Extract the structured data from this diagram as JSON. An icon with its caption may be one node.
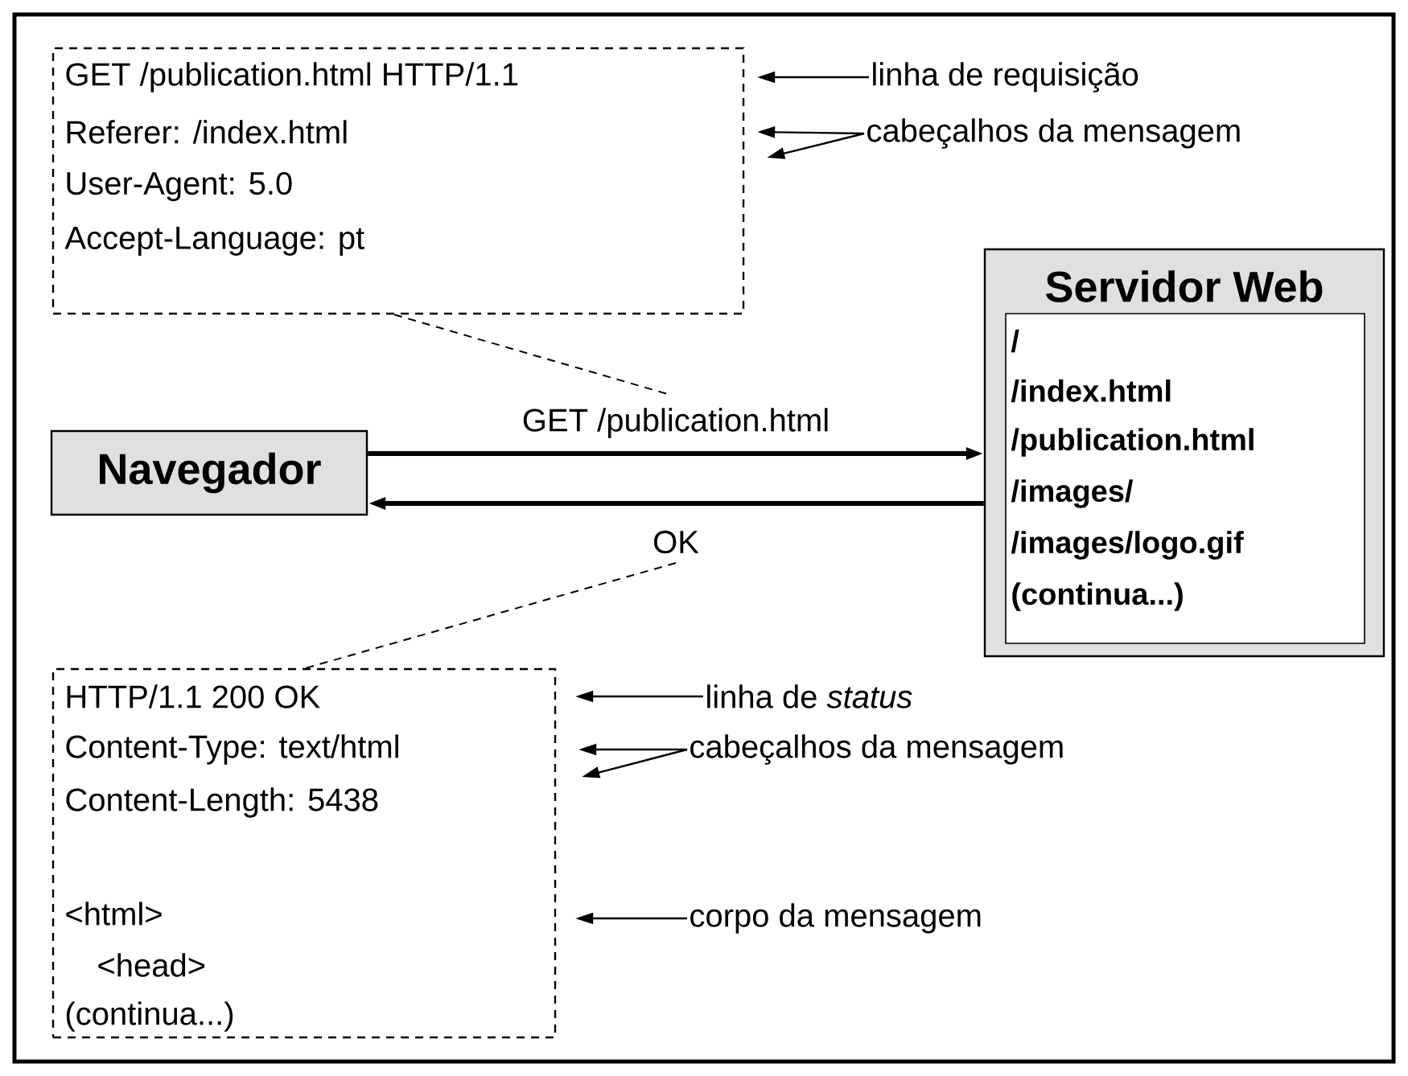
{
  "diagram": {
    "nodes": [
      {
        "text": [
          "GET /publication.html HTTP/1.1",
          "Referer: /index.html",
          "User-Agent: 5.0",
          "Accept-Language: pt"
        ]
      },
      {
        "text": [
          "linha de requisição"
        ]
      },
      {
        "text": [
          "cabeçalhos da mensagem"
        ]
      },
      {
        "text": [
          "Navegador"
        ]
      },
      {
        "text": [
          "Servidor Web"
        ]
      },
      {
        "text": [
          "/",
          "/index.html",
          "/publication.html",
          "/images/",
          "/images/logo.gif",
          "(continua...)"
        ],
        "in": 4
      },
      {
        "text": [
          "HTTP/1.1 200 OK",
          "Content-Type: text/html",
          "Content-Length: 5438",
          "<html>",
          "<head>",
          "(continua...)"
        ]
      },
      {
        "text": [
          "linha de *status*"
        ]
      },
      {
        "text": [
          "cabeçalhos da mensagem"
        ]
      },
      {
        "text": [
          "corpo da mensagem"
        ]
      }
    ],
    "edges": [
      {
        "from": 1,
        "to": 0,
        "arrow": "to"
      },
      {
        "from": 2,
        "to": 0,
        "arrow": "to"
      },
      {
        "from": 2,
        "to": 0,
        "arrow": "to"
      },
      {
        "from": 3,
        "to": 4,
        "arrow": "to",
        "label": "GET /publication.html",
        "style": "thick"
      },
      {
        "from": 4,
        "to": 3,
        "arrow": "to",
        "label": "OK",
        "style": "thick"
      },
      {
        "from": 0,
        "to": null,
        "arrow": "none",
        "style": "dashed"
      },
      {
        "from": null,
        "to": 6,
        "arrow": "none",
        "style": "dashed"
      },
      {
        "from": 7,
        "to": 6,
        "arrow": "to"
      },
      {
        "from": 8,
        "to": 6,
        "arrow": "to"
      },
      {
        "from": 8,
        "to": 6,
        "arrow": "to"
      },
      {
        "from": 9,
        "to": 6,
        "arrow": "to"
      }
    ]
  }
}
